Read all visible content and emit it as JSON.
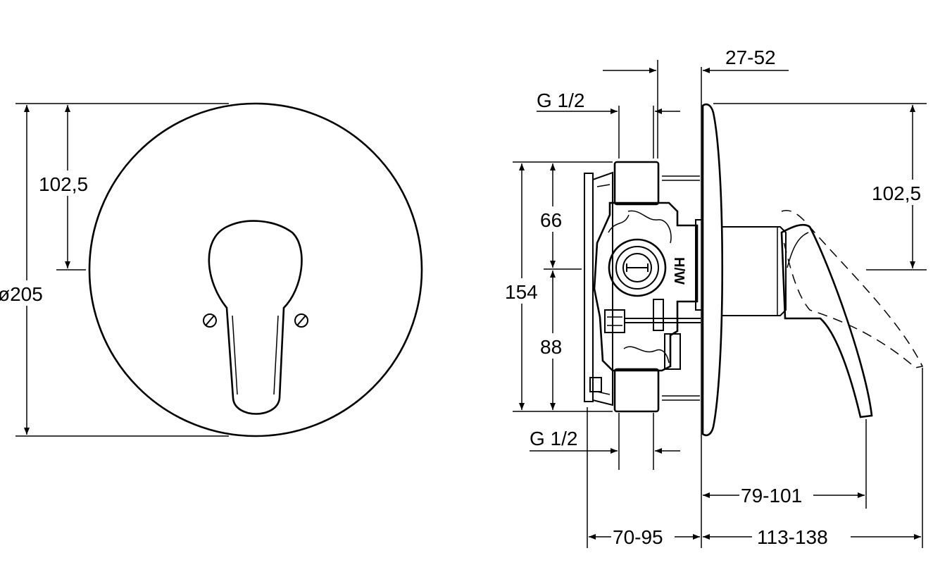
{
  "front_view": {
    "dim_diameter": "ø205",
    "dim_half_height": "102,5"
  },
  "side_view": {
    "dim_face_depth": "27-52",
    "dim_inlet_top": "G 1/2",
    "dim_inlet_bottom": "G 1/2",
    "dim_body_height": "154",
    "dim_upper": "66",
    "dim_lower": "88",
    "dim_half_height": "102,5",
    "dim_lever_reach": "79-101",
    "dim_install_depth": "70-95",
    "dim_total_projection": "113-138",
    "hw_mark": "H/W"
  }
}
